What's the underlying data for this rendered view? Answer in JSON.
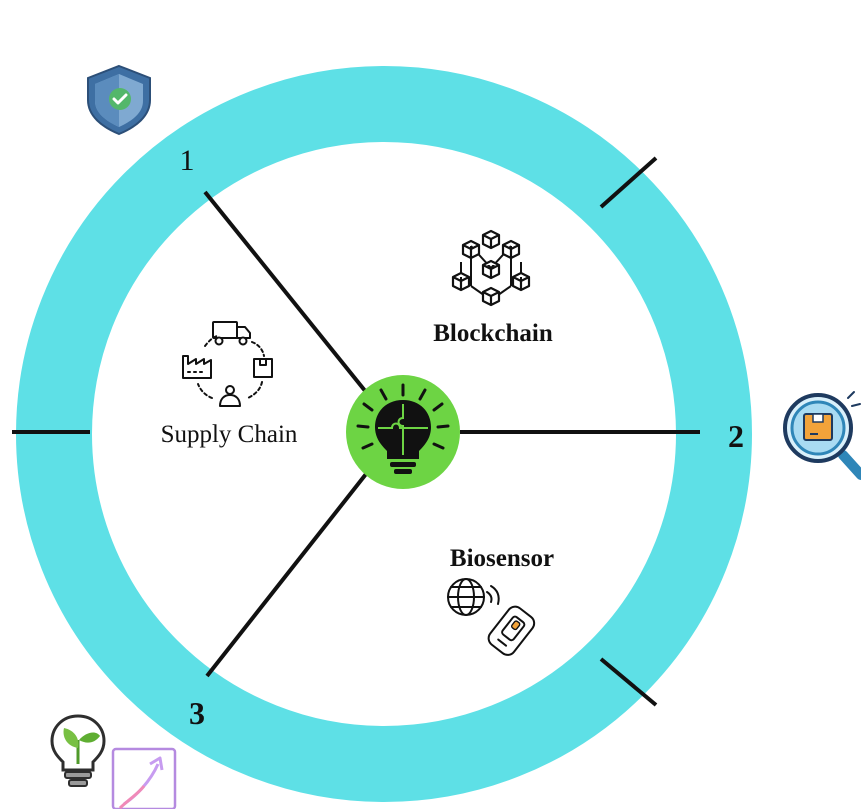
{
  "diagram": {
    "segments": [
      {
        "number": "1",
        "label": "Supply Chain",
        "icon": "supply-chain-cycle-icon"
      },
      {
        "number": "2",
        "label": "Blockchain",
        "icon": "blockchain-cubes-icon"
      },
      {
        "number": "3",
        "label": "Biosensor",
        "icon": "biosensor-globe-icon"
      }
    ],
    "center_icon": "lightbulb-puzzle-icon",
    "corner_icons": [
      "shield-check-icon",
      "magnifier-package-icon",
      "plant-bulb-icon",
      "growth-arrow-icon"
    ],
    "colors": {
      "ring": "#5EE0E6",
      "center": "#6DD444",
      "lines": "#111111",
      "shield": "#3E6FA3",
      "magnifier": "#2F86B8",
      "package": "#F2A33A",
      "plant": "#78C043"
    }
  }
}
